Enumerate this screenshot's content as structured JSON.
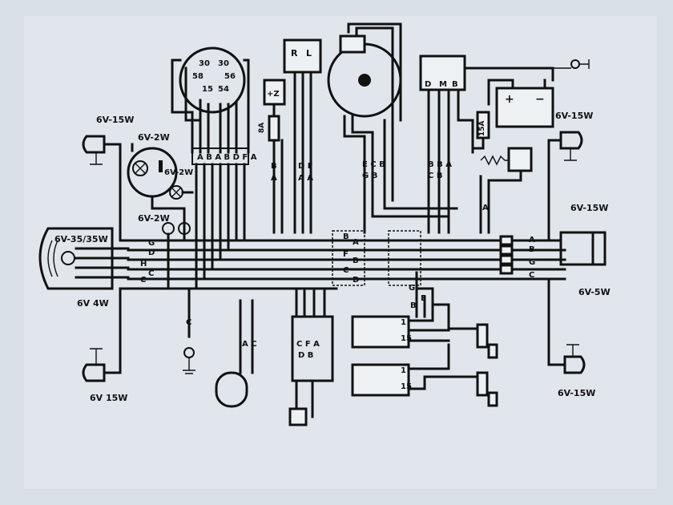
{
  "labels": {
    "horn_top_left": "6V-15W",
    "ind_bulb_top": "6V-2W",
    "ind_bulb_mid": "6V-2W",
    "ind_bulb_low": "6V-2W",
    "headlamp": "6V-35/35W",
    "parking": "6V 4W",
    "turn_bottom_left": "6V 15W",
    "turn_top_right": "6V-15W",
    "rear_top_right": "6V-15W",
    "tail_right": "6V-5W",
    "turn_bottom_right": "6V-15W",
    "fuse_8a": "8A",
    "fuse_15a": "15A",
    "plus_z": "+Z"
  },
  "switch_terminals": [
    "30",
    "30",
    "58",
    "56",
    "15",
    "54"
  ],
  "regulator_terminals": [
    "D",
    "M",
    "B"
  ],
  "rl_terminals": [
    "R",
    "L"
  ],
  "harness_letters_main": [
    "B",
    "A",
    "F",
    "B",
    "C",
    "D"
  ],
  "connector_letters_right": [
    "A",
    "B",
    "G",
    "C"
  ],
  "colors": {
    "paper": "#d8dfe6",
    "ink": "#111111"
  }
}
